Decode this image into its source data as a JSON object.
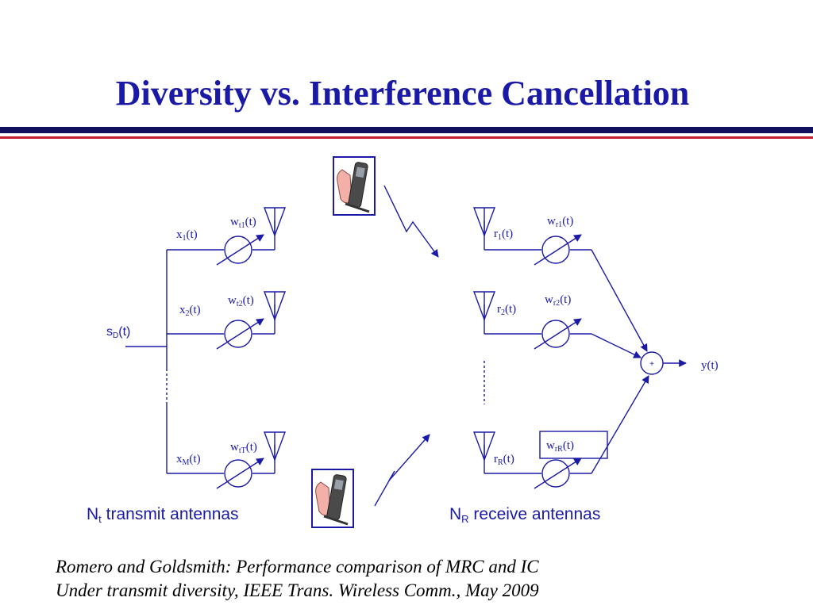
{
  "slide": {
    "title": "Diversity vs. Interference Cancellation",
    "reference_line1": "Romero and Goldsmith: Performance comparison of MRC and IC",
    "reference_line2": "Under transmit diversity, IEEE Trans. Wireless Comm., May 2009"
  },
  "transmitter": {
    "source": {
      "main": "s",
      "sub": "D",
      "tail": "(t)"
    },
    "signals": [
      {
        "main": "x",
        "sub": "1",
        "tail": "(t)"
      },
      {
        "main": "x",
        "sub": "2",
        "tail": "(t)"
      },
      {
        "main": "x",
        "sub": "M",
        "tail": "(t)"
      }
    ],
    "weights": [
      {
        "main": "w",
        "sub": "t1",
        "tail": "(t)"
      },
      {
        "main": "w",
        "sub": "t2",
        "tail": "(t)"
      },
      {
        "main": "w",
        "sub": "tT",
        "tail": "(t)"
      }
    ],
    "caption": {
      "main": "N",
      "sub": "t",
      "tail": " transmit antennas"
    }
  },
  "receiver": {
    "signals": [
      {
        "main": "r",
        "sub": "1",
        "tail": "(t)"
      },
      {
        "main": "r",
        "sub": "2",
        "tail": "(t)"
      },
      {
        "main": "r",
        "sub": "R",
        "tail": "(t)"
      }
    ],
    "weights": [
      {
        "main": "w",
        "sub": "r1",
        "tail": "(t)"
      },
      {
        "main": "w",
        "sub": "r2",
        "tail": "(t)"
      },
      {
        "main": "w",
        "sub": "rR",
        "tail": "(t)"
      }
    ],
    "combiner_symbol": "+",
    "output": "y(t)",
    "caption": {
      "main": "N",
      "sub": "R",
      "tail": " receive antennas"
    }
  },
  "icons": [
    "cell-phone-icon",
    "cell-phone-icon",
    "antenna-icon",
    "variable-weight-icon",
    "summer-icon",
    "lightning-link-icon"
  ],
  "colors": {
    "title": "#1a1aa6",
    "diagram": "#1a1aa6",
    "bar_navy": "#10105e",
    "bar_red": "#c0202a"
  }
}
